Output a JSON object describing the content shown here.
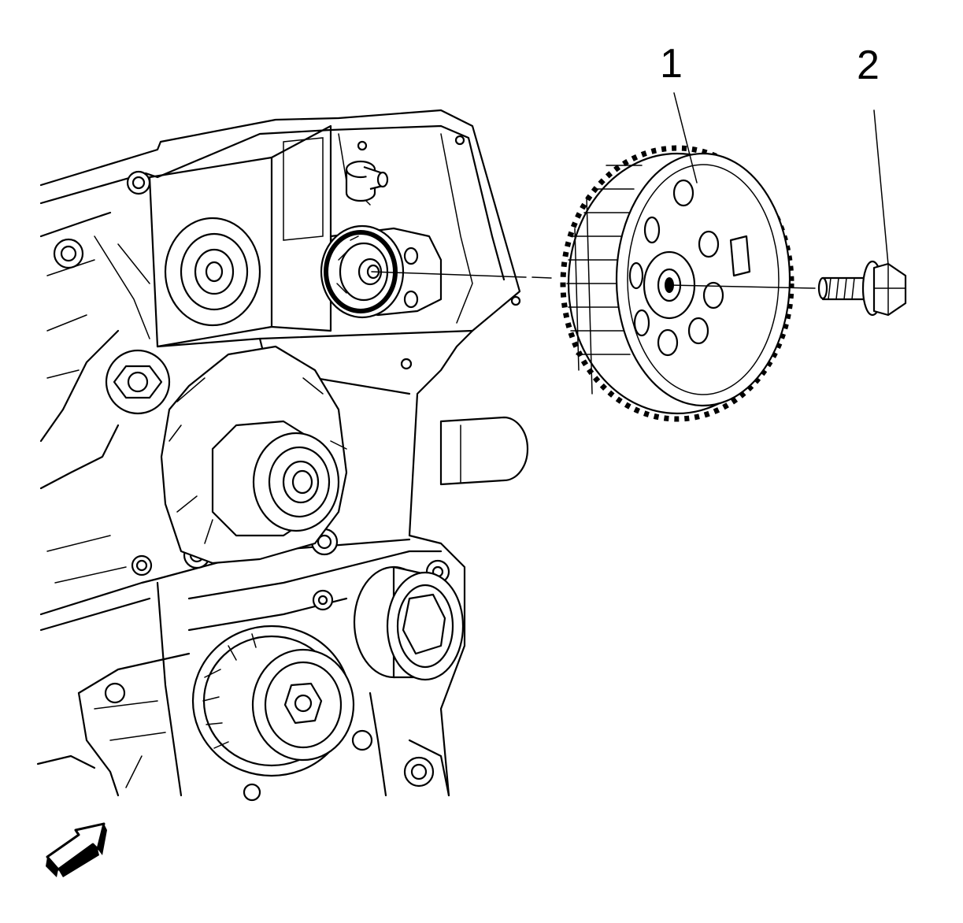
{
  "callouts": [
    {
      "id": "1",
      "label": "1",
      "part": "camshaft-sprocket"
    },
    {
      "id": "2",
      "label": "2",
      "part": "sprocket-bolt"
    }
  ],
  "direction_arrow": {
    "icon": "front-view-arrow-icon"
  },
  "colors": {
    "line": "#000000",
    "background": "#ffffff"
  }
}
